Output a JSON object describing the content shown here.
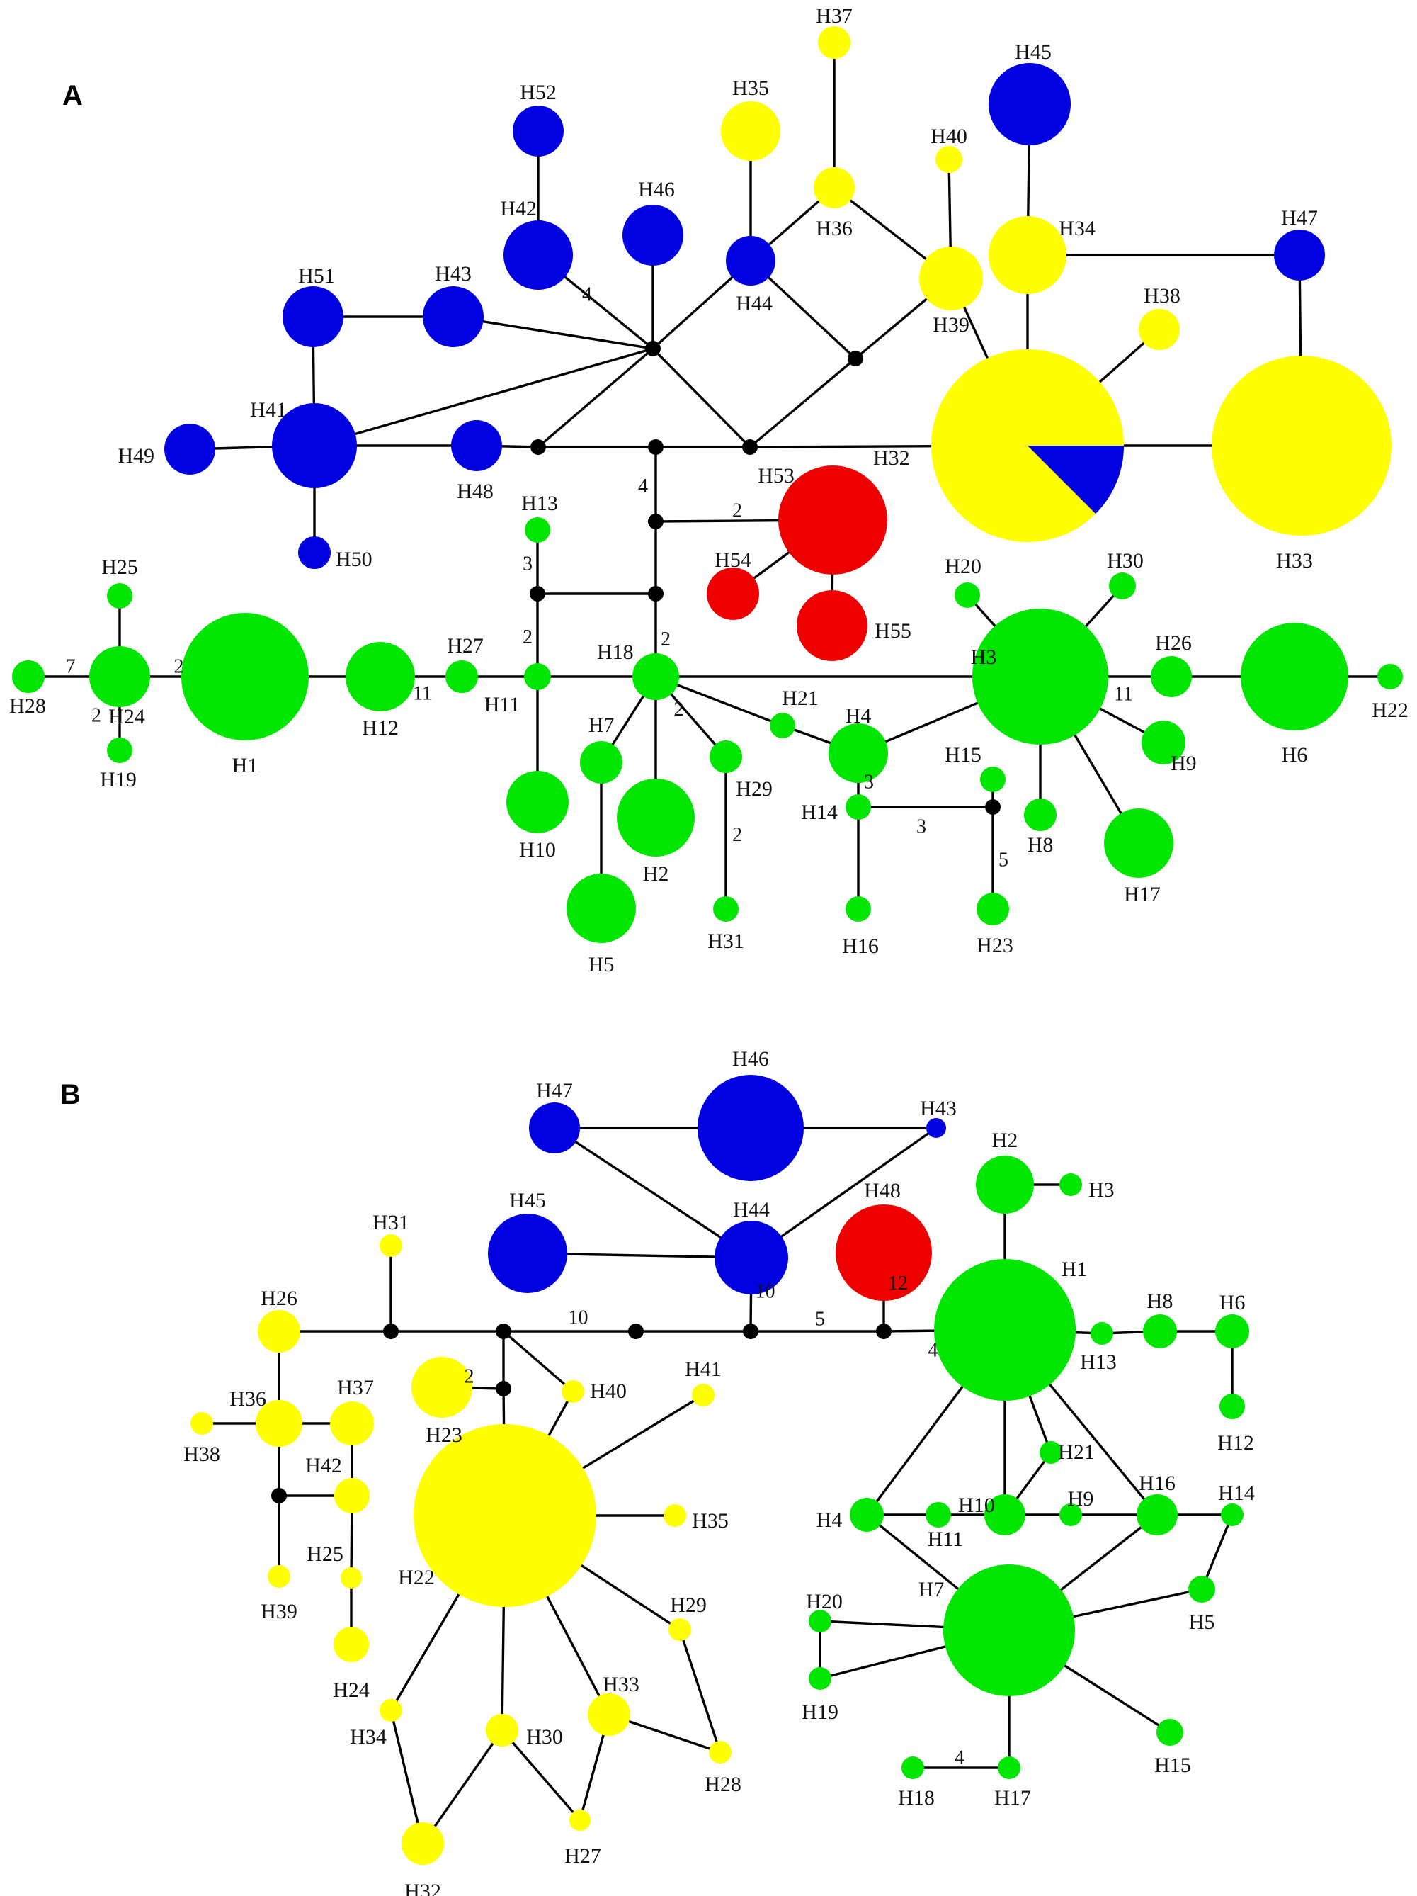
{
  "colors": {
    "blue": "#0000e0",
    "yellow": "#ffff00",
    "green": "#00e600",
    "red": "#ee0000",
    "median": "#000000",
    "edge": "#000000"
  },
  "panels": [
    {
      "label": "A",
      "nodes": [
        {
          "id": "H52",
          "c": "blue"
        },
        {
          "id": "H42",
          "c": "blue"
        },
        {
          "id": "H46",
          "c": "blue"
        },
        {
          "id": "H45",
          "c": "blue"
        },
        {
          "id": "H47",
          "c": "blue"
        },
        {
          "id": "H51",
          "c": "blue"
        },
        {
          "id": "H43",
          "c": "blue"
        },
        {
          "id": "H44",
          "c": "blue"
        },
        {
          "id": "H41",
          "c": "blue"
        },
        {
          "id": "H49",
          "c": "blue"
        },
        {
          "id": "H48",
          "c": "blue"
        },
        {
          "id": "H50",
          "c": "blue"
        },
        {
          "id": "H35",
          "c": "yellow"
        },
        {
          "id": "H37",
          "c": "yellow"
        },
        {
          "id": "H36",
          "c": "yellow"
        },
        {
          "id": "H40",
          "c": "yellow"
        },
        {
          "id": "H39",
          "c": "yellow"
        },
        {
          "id": "H34",
          "c": "yellow"
        },
        {
          "id": "H38",
          "c": "yellow"
        },
        {
          "id": "H33",
          "c": "yellow"
        },
        {
          "id": "H32",
          "c": "yellow",
          "blue_share": 0.125
        },
        {
          "id": "H53",
          "c": "red"
        },
        {
          "id": "H54",
          "c": "red"
        },
        {
          "id": "H55",
          "c": "red"
        },
        {
          "id": "H1",
          "c": "green"
        },
        {
          "id": "H2",
          "c": "green"
        },
        {
          "id": "H3",
          "c": "green"
        },
        {
          "id": "H4",
          "c": "green"
        },
        {
          "id": "H5",
          "c": "green"
        },
        {
          "id": "H6",
          "c": "green"
        },
        {
          "id": "H7",
          "c": "green"
        },
        {
          "id": "H8",
          "c": "green"
        },
        {
          "id": "H9",
          "c": "green"
        },
        {
          "id": "H10",
          "c": "green"
        },
        {
          "id": "H11",
          "c": "green"
        },
        {
          "id": "H12",
          "c": "green"
        },
        {
          "id": "H13",
          "c": "green"
        },
        {
          "id": "H14",
          "c": "green"
        },
        {
          "id": "H15",
          "c": "green"
        },
        {
          "id": "H16",
          "c": "green"
        },
        {
          "id": "H17",
          "c": "green"
        },
        {
          "id": "H18",
          "c": "green"
        },
        {
          "id": "H19",
          "c": "green"
        },
        {
          "id": "H20",
          "c": "green"
        },
        {
          "id": "H21",
          "c": "green"
        },
        {
          "id": "H22",
          "c": "green"
        },
        {
          "id": "H23",
          "c": "green"
        },
        {
          "id": "H24",
          "c": "green"
        },
        {
          "id": "H25",
          "c": "green"
        },
        {
          "id": "H26",
          "c": "green"
        },
        {
          "id": "H27",
          "c": "green"
        },
        {
          "id": "H28",
          "c": "green"
        },
        {
          "id": "H29",
          "c": "green"
        },
        {
          "id": "H30",
          "c": "green"
        },
        {
          "id": "H31",
          "c": "green"
        },
        {
          "id": "mA1",
          "c": "median"
        },
        {
          "id": "mA2",
          "c": "median"
        },
        {
          "id": "mA3",
          "c": "median"
        },
        {
          "id": "mA4",
          "c": "median"
        },
        {
          "id": "mA5",
          "c": "median"
        },
        {
          "id": "mA6",
          "c": "median"
        },
        {
          "id": "mA7",
          "c": "median"
        },
        {
          "id": "mA8",
          "c": "median"
        },
        {
          "id": "mA9",
          "c": "median"
        },
        {
          "id": "mA10",
          "c": "median"
        }
      ],
      "edges": [
        [
          "H52",
          "H42",
          ""
        ],
        [
          "H42",
          "mA1",
          "4"
        ],
        [
          "H46",
          "mA1",
          ""
        ],
        [
          "H43",
          "mA1",
          ""
        ],
        [
          "H44",
          "mA1",
          ""
        ],
        [
          "H41",
          "mA1",
          ""
        ],
        [
          "mA1",
          "mA3",
          ""
        ],
        [
          "mA1",
          "mA4",
          ""
        ],
        [
          "H51",
          "H43",
          ""
        ],
        [
          "H51",
          "H41",
          ""
        ],
        [
          "H49",
          "H41",
          ""
        ],
        [
          "H41",
          "H48",
          ""
        ],
        [
          "H41",
          "H50",
          ""
        ],
        [
          "H48",
          "mA3",
          ""
        ],
        [
          "mA3",
          "mA5",
          ""
        ],
        [
          "mA5",
          "mA4",
          ""
        ],
        [
          "mA4",
          "H32",
          ""
        ],
        [
          "H35",
          "H44",
          ""
        ],
        [
          "H44",
          "H36",
          ""
        ],
        [
          "H37",
          "H36",
          ""
        ],
        [
          "H36",
          "H39",
          ""
        ],
        [
          "H40",
          "H39",
          ""
        ],
        [
          "H39",
          "H32",
          ""
        ],
        [
          "H44",
          "mA2",
          ""
        ],
        [
          "mA2",
          "mA4",
          ""
        ],
        [
          "mA2",
          "H39",
          ""
        ],
        [
          "H45",
          "H34",
          ""
        ],
        [
          "H34",
          "H47",
          ""
        ],
        [
          "H34",
          "H32",
          ""
        ],
        [
          "H38",
          "H32",
          ""
        ],
        [
          "H47",
          "H33",
          ""
        ],
        [
          "H32",
          "H33",
          ""
        ],
        [
          "mA5",
          "mA7",
          "4"
        ],
        [
          "mA7",
          "H53",
          "2"
        ],
        [
          "H53",
          "H54",
          ""
        ],
        [
          "H53",
          "H55",
          ""
        ],
        [
          "mA7",
          "mA8",
          ""
        ],
        [
          "mA6",
          "mA8",
          ""
        ],
        [
          "H13",
          "mA6",
          "3"
        ],
        [
          "mA6",
          "H11",
          "2"
        ],
        [
          "mA8",
          "H18",
          "2"
        ],
        [
          "H28",
          "H24",
          "7"
        ],
        [
          "H25",
          "H24",
          ""
        ],
        [
          "H24",
          "H19",
          "2"
        ],
        [
          "H24",
          "H1",
          "2"
        ],
        [
          "H1",
          "H12",
          ""
        ],
        [
          "H12",
          "H27",
          "11"
        ],
        [
          "H27",
          "H11",
          ""
        ],
        [
          "H11",
          "H18",
          ""
        ],
        [
          "H11",
          "H10",
          ""
        ],
        [
          "H18",
          "H3",
          ""
        ],
        [
          "H18",
          "H7",
          ""
        ],
        [
          "H7",
          "H5",
          ""
        ],
        [
          "H18",
          "H2",
          ""
        ],
        [
          "H18",
          "H29",
          "2"
        ],
        [
          "H29",
          "H31",
          "2"
        ],
        [
          "H18",
          "H21",
          ""
        ],
        [
          "H21",
          "H4",
          ""
        ],
        [
          "H4",
          "H3",
          ""
        ],
        [
          "H4",
          "H14",
          "3"
        ],
        [
          "H14",
          "H16",
          ""
        ],
        [
          "H14",
          "mA9",
          "3"
        ],
        [
          "mA9",
          "H15",
          ""
        ],
        [
          "mA9",
          "H23",
          "5"
        ],
        [
          "H20",
          "H3",
          ""
        ],
        [
          "H30",
          "H3",
          ""
        ],
        [
          "H3",
          "H26",
          "11"
        ],
        [
          "H26",
          "H6",
          ""
        ],
        [
          "H6",
          "H22",
          ""
        ],
        [
          "H3",
          "H9",
          ""
        ],
        [
          "H3",
          "H8",
          ""
        ],
        [
          "H3",
          "H17",
          ""
        ]
      ]
    },
    {
      "label": "B",
      "nodes": [
        {
          "id": "H47",
          "c": "blue"
        },
        {
          "id": "H46",
          "c": "blue"
        },
        {
          "id": "H43",
          "c": "blue"
        },
        {
          "id": "H45",
          "c": "blue"
        },
        {
          "id": "H44",
          "c": "blue"
        },
        {
          "id": "H48",
          "c": "red"
        },
        {
          "id": "H22",
          "c": "yellow"
        },
        {
          "id": "H23",
          "c": "yellow"
        },
        {
          "id": "H24",
          "c": "yellow"
        },
        {
          "id": "H25",
          "c": "yellow"
        },
        {
          "id": "H26",
          "c": "yellow"
        },
        {
          "id": "H27",
          "c": "yellow"
        },
        {
          "id": "H28",
          "c": "yellow"
        },
        {
          "id": "H29",
          "c": "yellow"
        },
        {
          "id": "H30",
          "c": "yellow"
        },
        {
          "id": "H31",
          "c": "yellow"
        },
        {
          "id": "H32",
          "c": "yellow"
        },
        {
          "id": "H33",
          "c": "yellow"
        },
        {
          "id": "H34",
          "c": "yellow"
        },
        {
          "id": "H35",
          "c": "yellow"
        },
        {
          "id": "H36",
          "c": "yellow"
        },
        {
          "id": "H37",
          "c": "yellow"
        },
        {
          "id": "H38",
          "c": "yellow"
        },
        {
          "id": "H39",
          "c": "yellow"
        },
        {
          "id": "H40",
          "c": "yellow"
        },
        {
          "id": "H41",
          "c": "yellow"
        },
        {
          "id": "H42",
          "c": "yellow"
        },
        {
          "id": "H1",
          "c": "green"
        },
        {
          "id": "H2",
          "c": "green"
        },
        {
          "id": "H3",
          "c": "green"
        },
        {
          "id": "H4",
          "c": "green"
        },
        {
          "id": "H5",
          "c": "green"
        },
        {
          "id": "H6",
          "c": "green"
        },
        {
          "id": "H7",
          "c": "green"
        },
        {
          "id": "H8",
          "c": "green"
        },
        {
          "id": "H9",
          "c": "green"
        },
        {
          "id": "H10",
          "c": "green"
        },
        {
          "id": "H11",
          "c": "green"
        },
        {
          "id": "H12",
          "c": "green"
        },
        {
          "id": "H13",
          "c": "green"
        },
        {
          "id": "H14",
          "c": "green"
        },
        {
          "id": "H15",
          "c": "green"
        },
        {
          "id": "H16",
          "c": "green"
        },
        {
          "id": "H17",
          "c": "green"
        },
        {
          "id": "H18",
          "c": "green"
        },
        {
          "id": "H19",
          "c": "green"
        },
        {
          "id": "H20",
          "c": "green"
        },
        {
          "id": "H21",
          "c": "green"
        },
        {
          "id": "mB1",
          "c": "median"
        },
        {
          "id": "mB2",
          "c": "median"
        },
        {
          "id": "mB3",
          "c": "median"
        },
        {
          "id": "mB4",
          "c": "median"
        },
        {
          "id": "mB5",
          "c": "median"
        },
        {
          "id": "mB6",
          "c": "median"
        },
        {
          "id": "mB7",
          "c": "median"
        }
      ],
      "edges": [
        [
          "H47",
          "H46",
          ""
        ],
        [
          "H46",
          "H43",
          ""
        ],
        [
          "H47",
          "H44",
          ""
        ],
        [
          "H43",
          "H44",
          ""
        ],
        [
          "H45",
          "H44",
          ""
        ],
        [
          "H44",
          "mB5",
          "10"
        ],
        [
          "H48",
          "mB6",
          "12"
        ],
        [
          "H26",
          "mB1",
          ""
        ],
        [
          "mB1",
          "mB2",
          ""
        ],
        [
          "mB2",
          "mB4",
          "10"
        ],
        [
          "mB4",
          "mB5",
          ""
        ],
        [
          "mB5",
          "mB6",
          "5"
        ],
        [
          "mB6",
          "H1",
          "4"
        ],
        [
          "H31",
          "mB1",
          ""
        ],
        [
          "mB2",
          "mB3",
          ""
        ],
        [
          "H23",
          "mB3",
          "2"
        ],
        [
          "mB3",
          "H22",
          ""
        ],
        [
          "mB2",
          "H40",
          ""
        ],
        [
          "H26",
          "H36",
          ""
        ],
        [
          "H38",
          "H36",
          ""
        ],
        [
          "H36",
          "H37",
          ""
        ],
        [
          "H36",
          "mB7",
          ""
        ],
        [
          "H37",
          "H42",
          ""
        ],
        [
          "mB7",
          "H42",
          ""
        ],
        [
          "mB7",
          "H39",
          ""
        ],
        [
          "H42",
          "H25",
          ""
        ],
        [
          "H25",
          "H24",
          ""
        ],
        [
          "H40",
          "H22",
          ""
        ],
        [
          "H41",
          "H22",
          ""
        ],
        [
          "H35",
          "H22",
          ""
        ],
        [
          "H29",
          "H22",
          ""
        ],
        [
          "H29",
          "H28",
          ""
        ],
        [
          "H33",
          "H22",
          ""
        ],
        [
          "H33",
          "H28",
          ""
        ],
        [
          "H33",
          "H27",
          ""
        ],
        [
          "H30",
          "H22",
          ""
        ],
        [
          "H30",
          "H27",
          ""
        ],
        [
          "H30",
          "H32",
          ""
        ],
        [
          "H34",
          "H22",
          ""
        ],
        [
          "H34",
          "H32",
          ""
        ],
        [
          "H2",
          "H3",
          ""
        ],
        [
          "H2",
          "H1",
          ""
        ],
        [
          "H1",
          "H13",
          ""
        ],
        [
          "H13",
          "H8",
          ""
        ],
        [
          "H8",
          "H6",
          ""
        ],
        [
          "H6",
          "H12",
          ""
        ],
        [
          "H1",
          "H4",
          ""
        ],
        [
          "H1",
          "H10",
          ""
        ],
        [
          "H1",
          "H21",
          ""
        ],
        [
          "H21",
          "H10",
          ""
        ],
        [
          "H1",
          "H16",
          ""
        ],
        [
          "H4",
          "H11",
          ""
        ],
        [
          "H11",
          "H10",
          ""
        ],
        [
          "H10",
          "H9",
          ""
        ],
        [
          "H9",
          "H16",
          ""
        ],
        [
          "H16",
          "H14",
          ""
        ],
        [
          "H14",
          "H5",
          ""
        ],
        [
          "H5",
          "H7",
          ""
        ],
        [
          "H4",
          "H7",
          ""
        ],
        [
          "H16",
          "H7",
          ""
        ],
        [
          "H20",
          "H7",
          ""
        ],
        [
          "H20",
          "H19",
          ""
        ],
        [
          "H19",
          "H7",
          ""
        ],
        [
          "H7",
          "H15",
          ""
        ],
        [
          "H7",
          "H17",
          ""
        ],
        [
          "H17",
          "H18",
          "4"
        ]
      ]
    }
  ]
}
